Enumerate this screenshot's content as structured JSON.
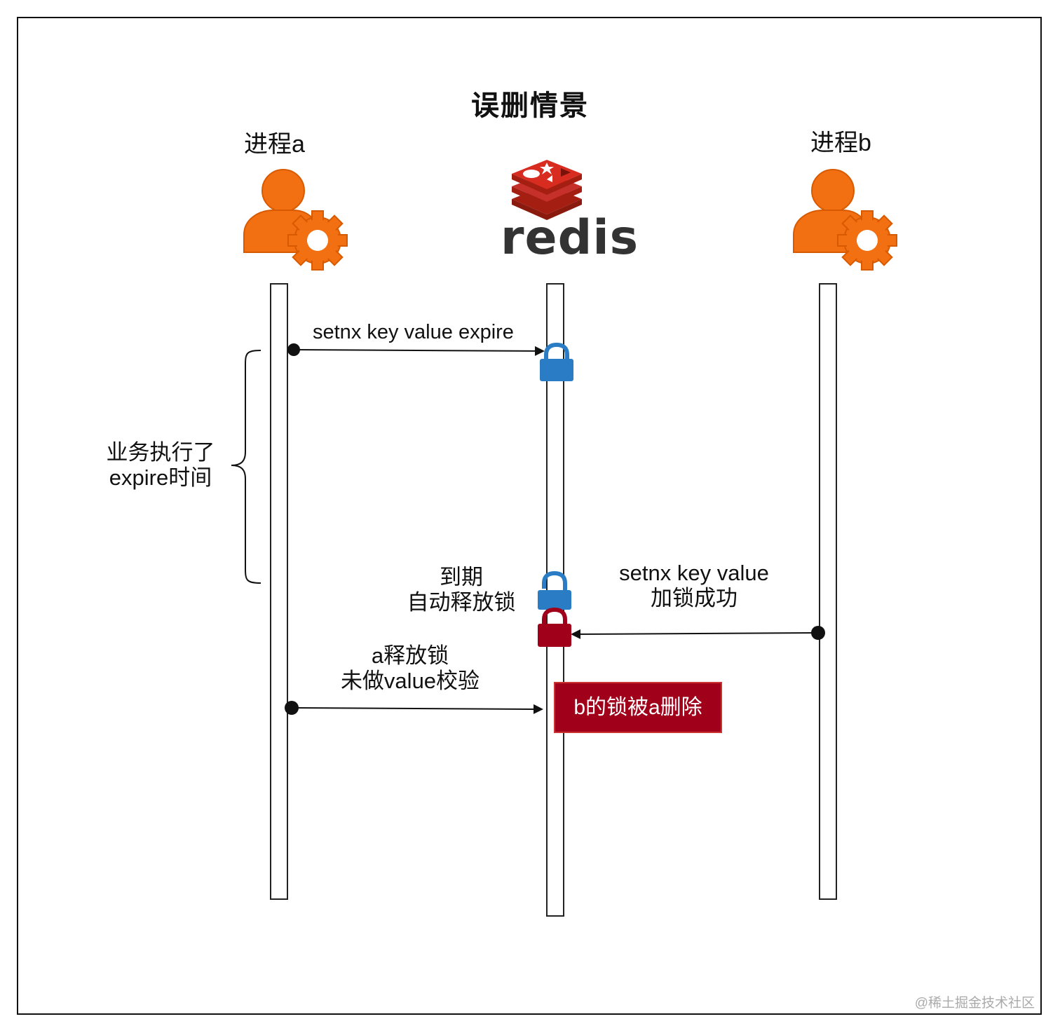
{
  "title": "误删情景",
  "process_a": {
    "label": "进程a",
    "icon": "user-gear-icon",
    "color": "#f26f12"
  },
  "process_b": {
    "label": "进程b",
    "icon": "user-gear-icon",
    "color": "#f26f12"
  },
  "redis": {
    "logo_text": "redis",
    "icon": "redis-stack-icon",
    "color": "#d0221c"
  },
  "messages": {
    "a_setnx": "setnx key value expire",
    "b_setnx_line1": "setnx key value",
    "b_setnx_line2": "加锁成功",
    "a_release_line1": "a释放锁",
    "a_release_line2": "未做value校验"
  },
  "brace_label": {
    "line1": "业务执行了",
    "line2": "expire时间"
  },
  "expire_note": {
    "line1": "到期",
    "line2": "自动释放锁"
  },
  "delete_box": {
    "text": "b的锁被a删除",
    "color": "#a0001a"
  },
  "locks": {
    "a_lock": {
      "icon": "lock-closed-icon",
      "color": "#2a7cc4"
    },
    "released_lock": {
      "icon": "lock-open-icon",
      "color": "#2a7cc4"
    },
    "b_lock": {
      "icon": "lock-closed-icon",
      "color": "#a0001a"
    }
  },
  "watermark": "@稀土掘金技术社区"
}
